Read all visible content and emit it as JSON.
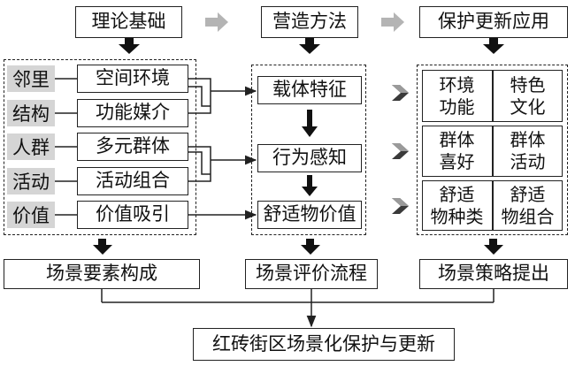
{
  "headers": {
    "theory": "理论基础",
    "method": "营造方法",
    "application": "保护更新应用"
  },
  "left_groups": [
    {
      "labels": [
        "邻里",
        "结构"
      ],
      "items": [
        "空间环境",
        "功能媒介"
      ]
    },
    {
      "labels": [
        "人群",
        "活动"
      ],
      "items": [
        "多元群体",
        "活动组合"
      ]
    },
    {
      "labels": [
        "价值"
      ],
      "items": [
        "价值吸引"
      ]
    }
  ],
  "middle_steps": [
    "载体特征",
    "行为感知",
    "舒适物价值"
  ],
  "right_pairs": [
    {
      "left": [
        "环境",
        "功能"
      ],
      "right": [
        "特色",
        "文化"
      ]
    },
    {
      "left": [
        "群体",
        "喜好"
      ],
      "right": [
        "群体",
        "活动"
      ]
    },
    {
      "left": [
        "舒适",
        "物种类"
      ],
      "right": [
        "舒适",
        "物组合"
      ]
    }
  ],
  "bottoms": {
    "left": "场景要素构成",
    "middle": "场景评价流程",
    "right": "场景策略提出"
  },
  "final": "红砖街区场景化保护与更新",
  "colors": {
    "gray_arrow": "#b4b4b4",
    "label_bg": "#d5d5d5",
    "line": "#222222"
  }
}
